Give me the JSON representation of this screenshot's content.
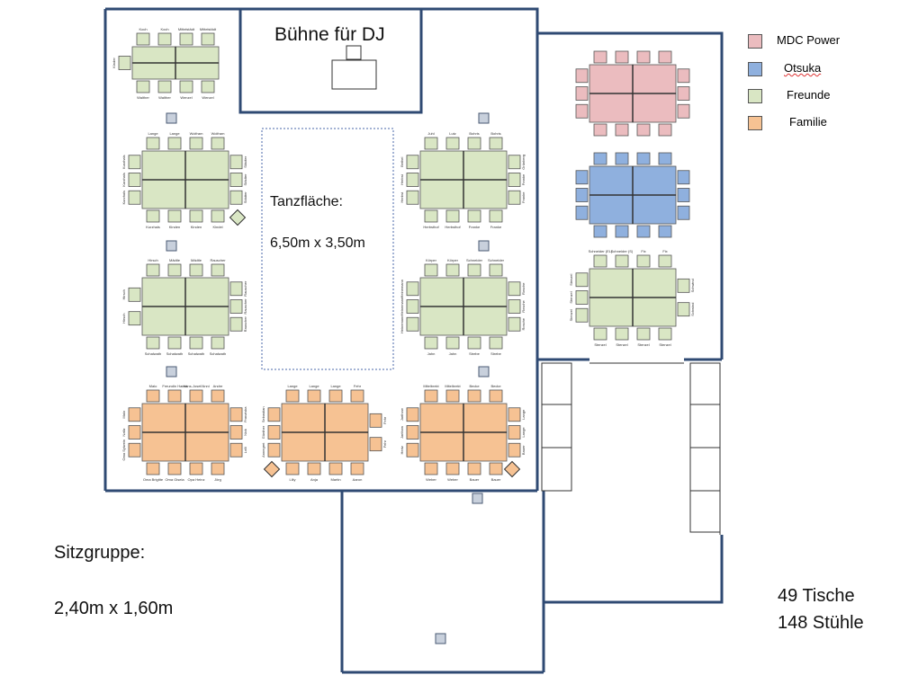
{
  "colors": {
    "wall": "#2f4a73",
    "chair_stroke": "#555555",
    "green": "#d9e6c4",
    "orange": "#f6c293",
    "pink": "#ebbcbf",
    "blue": "#8fb0de",
    "dance_border": "#4a67a8"
  },
  "stage": {
    "title": "Bühne für DJ"
  },
  "dance_floor": {
    "title": "Tanzfläche:",
    "size": "6,50m x 3,50m"
  },
  "seating_group": {
    "title": "Sitzgruppe:",
    "size": "2,40m x 1,60m"
  },
  "summary": {
    "tables": "49 Tische",
    "chairs": "148 Stühle"
  },
  "legend": [
    {
      "label": "MDC Power",
      "color": "#ebbcbf"
    },
    {
      "label": "Otsuka",
      "color": "#8fb0de"
    },
    {
      "label": "Freunde",
      "color": "#d9e6c4"
    },
    {
      "label": "Familie",
      "color": "#f6c293"
    }
  ],
  "groups": [
    {
      "id": "g1",
      "color": "green",
      "top_names": [
        "Koch",
        "Koch",
        "Mittelstädt",
        "Mittelstädt"
      ],
      "bottom_names": [
        "Walther",
        "Walther",
        "Wenzel",
        "Wenzel"
      ],
      "left_names": [
        "Kinder"
      ],
      "right_names": []
    },
    {
      "id": "g2",
      "color": "green",
      "top_names": [
        "Lange",
        "Lange",
        "Wolfram",
        "Wolfram"
      ],
      "bottom_names": [
        "Kurzhals",
        "Kinden",
        "Kinden",
        "Kindel"
      ],
      "left_names": [
        "Kurzhals",
        "Kurzhals",
        "Kurzhals"
      ],
      "right_names": [
        "Städter",
        "Städter",
        "Städter"
      ]
    },
    {
      "id": "g3",
      "color": "green",
      "top_names": [
        "Hirsch",
        "Mädtle",
        "Mädtle",
        "Rauscher"
      ],
      "bottom_names": [
        "Schalwath",
        "Schalwath",
        "Schalwath",
        "Schalwath"
      ],
      "left_names": [
        "Hirsch",
        "Hirsch"
      ],
      "right_names": [
        "Rauscher",
        "Rauscher",
        "Rauscher"
      ]
    },
    {
      "id": "g4",
      "color": "orange",
      "top_names": [
        "Malo",
        "Freundin Hanni",
        "Hans-Josef/Anni",
        "Andre"
      ],
      "bottom_names": [
        "Oma Brigitte",
        "Oma Gisela",
        "Opa Heinz",
        "Jörg"
      ],
      "left_names": [
        "Malo",
        "Nafiz",
        "Oma Sylwein"
      ],
      "right_names": [
        "Franziska",
        "Nick",
        "Lolli"
      ]
    },
    {
      "id": "g5",
      "color": "orange",
      "top_names": [
        "Lange",
        "Lange",
        "Lange",
        "Fehr"
      ],
      "bottom_names": [
        "Lilly",
        "Anja",
        "Martin",
        "Aaron"
      ],
      "left_names": [
        "Sebastian",
        "Günther",
        "Annegret"
      ],
      "right_names": [
        "Fehr",
        "Fehr"
      ]
    },
    {
      "id": "g6",
      "color": "orange",
      "top_names": [
        "Mitelbrekt",
        "Mitelbrekt",
        "Becke",
        "Becke"
      ],
      "bottom_names": [
        "Weber",
        "Weber",
        "Bauer",
        "Bauer"
      ],
      "left_names": [
        "Jarthow",
        "Jarthow",
        "Hertz"
      ],
      "right_names": [
        "Lange",
        "Lange",
        "Bauer"
      ]
    },
    {
      "id": "g7",
      "color": "green",
      "top_names": [
        "Juhl",
        "Lutz",
        "Bohris",
        "Bohris"
      ],
      "bottom_names": [
        "Herbsthof",
        "Herbsthof",
        "Franke",
        "Franke"
      ],
      "left_names": [
        "Bethel",
        "Herbst",
        "Herbst"
      ],
      "right_names": [
        "Grünberg",
        "Franke",
        "Franke"
      ]
    },
    {
      "id": "g8",
      "color": "green",
      "top_names": [
        "Körper",
        "Körper",
        "Schneider",
        "Schneider"
      ],
      "bottom_names": [
        "Jahn",
        "Jahn",
        "Strebe",
        "Strebe"
      ],
      "left_names": [
        "Heinemann",
        "Heinemann",
        "Heinemann"
      ],
      "right_names": [
        "Rosche",
        "Rosche",
        "Rosche"
      ]
    },
    {
      "id": "g9",
      "color": "pink",
      "top_names": [],
      "bottom_names": [],
      "left_names": [],
      "right_names": []
    },
    {
      "id": "g10",
      "color": "blue",
      "top_names": [],
      "bottom_names": [],
      "left_names": [],
      "right_names": []
    },
    {
      "id": "g11",
      "color": "green",
      "top_names": [
        "Schneider (EL)",
        "Schneider (S)",
        "Fix",
        "Fix"
      ],
      "bottom_names": [
        "Stenzel",
        "Stenzel",
        "Stenzel",
        "Stenzel"
      ],
      "left_names": [
        "Stenzel",
        "Stenzel",
        "Stenzel"
      ],
      "right_names": [
        "Schwind",
        "Schwind"
      ]
    }
  ]
}
